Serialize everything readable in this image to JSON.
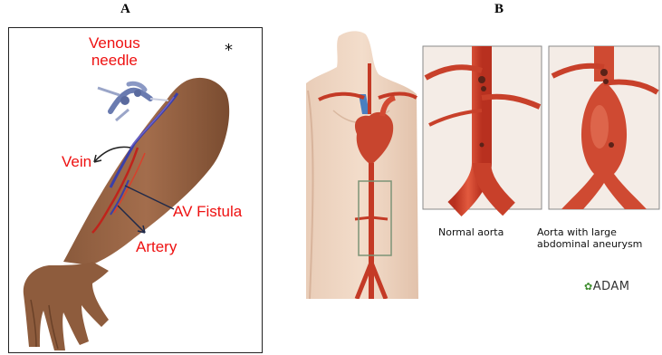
{
  "panels": {
    "a_letter": "A",
    "b_letter": "B"
  },
  "panel_a": {
    "venous_needle_label": "Venous\nneedle",
    "vein_label": "Vein",
    "fistula_label": "AV Fistula",
    "artery_label": "Artery",
    "asterisk": "*",
    "label_color": "#ee1111"
  },
  "panel_b": {
    "normal_caption": "Normal aorta",
    "aneurysm_caption": "Aorta with large\nabdominal aneurysm",
    "brand": "ADAM",
    "brand_leaf": "✿",
    "aorta_color": "#d9442e"
  }
}
